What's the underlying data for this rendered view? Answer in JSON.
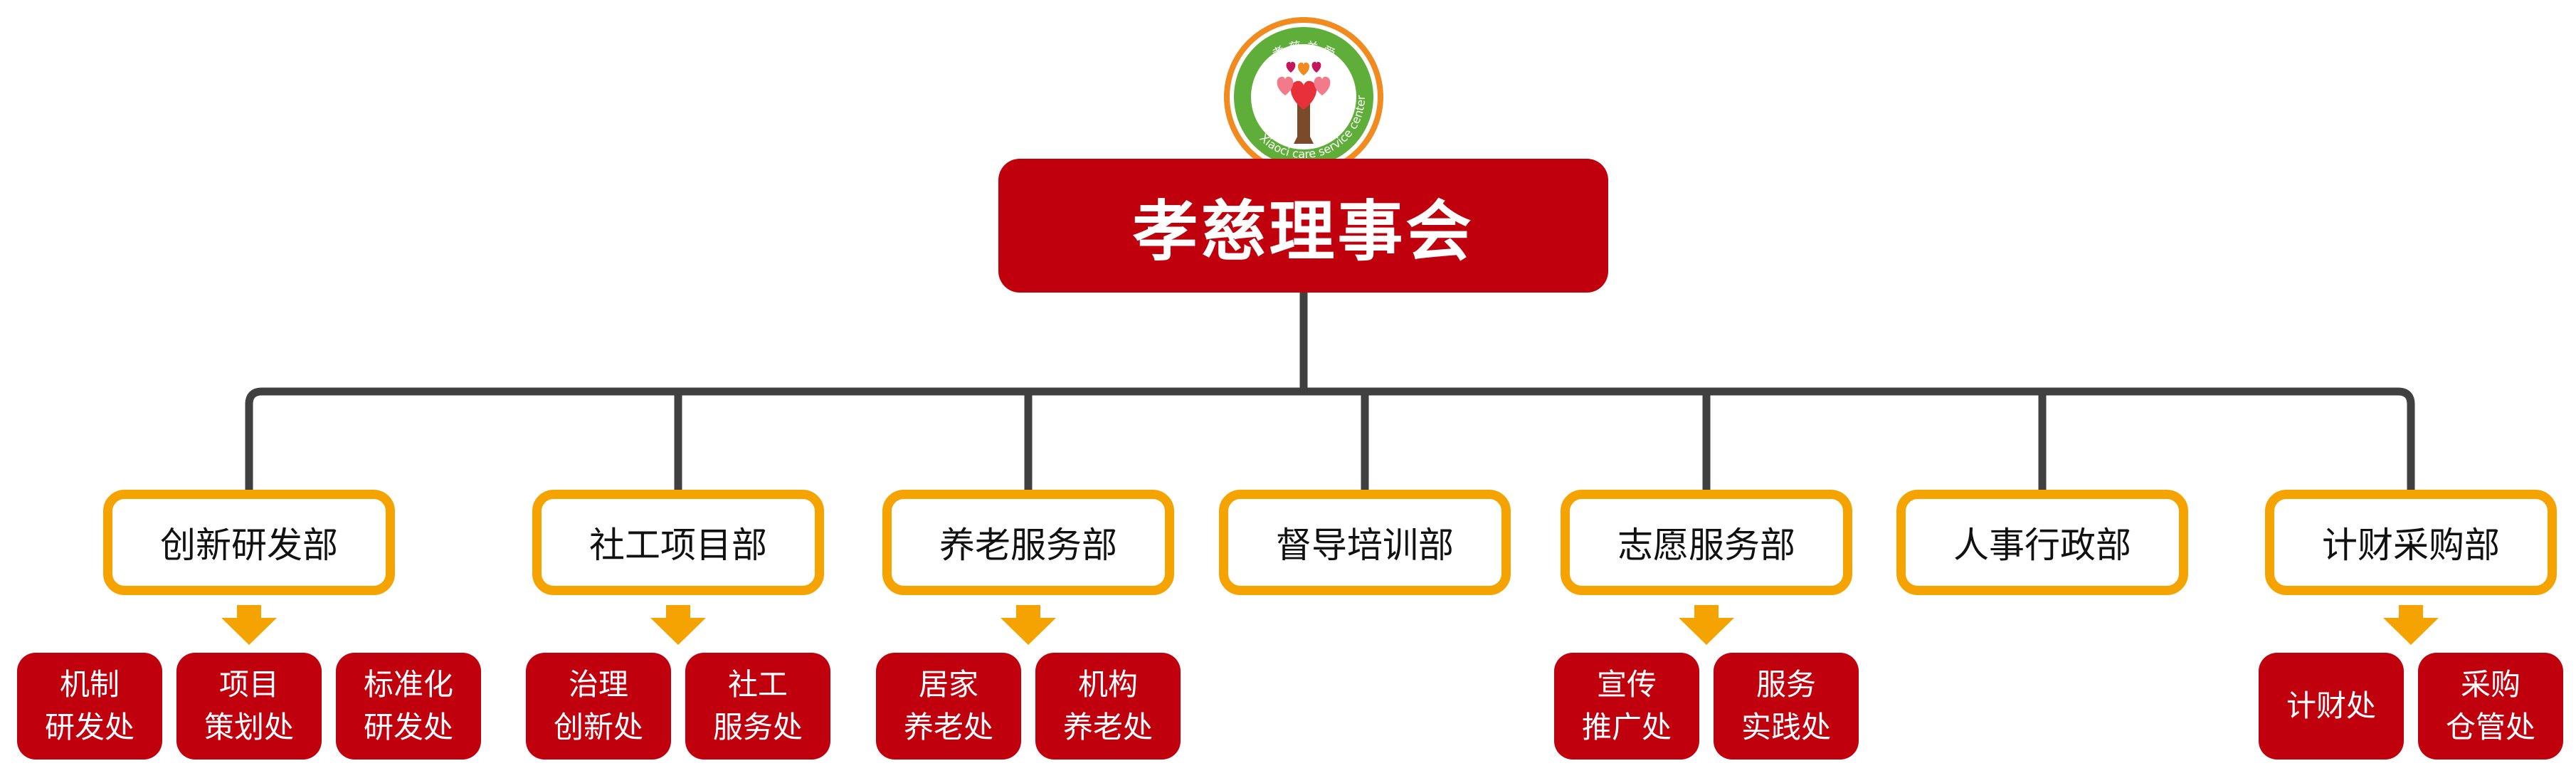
{
  "logo": {
    "arc_text": "孝 慈 关 爱",
    "ring_text": "Xiaoci care service center",
    "colors": {
      "ring": "#f18a1f",
      "inner": "#5fae3a",
      "heart": "#e8303a",
      "trunk": "#7a4a2a"
    }
  },
  "root": {
    "label": "孝慈理事会"
  },
  "colors": {
    "root_fill": "#c0000d",
    "dept_border": "#f5a300",
    "arrow": "#f5a300",
    "office_fill": "#c0000d",
    "connector": "#404040"
  },
  "departments": [
    {
      "label": "创新研发部",
      "offices": [
        {
          "lines": [
            "机制",
            "研发处"
          ]
        },
        {
          "lines": [
            "项目",
            "策划处"
          ]
        },
        {
          "lines": [
            "标准化",
            "研发处"
          ]
        }
      ]
    },
    {
      "label": "社工项目部",
      "offices": [
        {
          "lines": [
            "治理",
            "创新处"
          ]
        },
        {
          "lines": [
            "社工",
            "服务处"
          ]
        }
      ]
    },
    {
      "label": "养老服务部",
      "offices": [
        {
          "lines": [
            "居家",
            "养老处"
          ]
        },
        {
          "lines": [
            "机构",
            "养老处"
          ]
        }
      ]
    },
    {
      "label": "督导培训部",
      "offices": []
    },
    {
      "label": "志愿服务部",
      "offices": [
        {
          "lines": [
            "宣传",
            "推广处"
          ]
        },
        {
          "lines": [
            "服务",
            "实践处"
          ]
        }
      ]
    },
    {
      "label": "人事行政部",
      "offices": []
    },
    {
      "label": "计财采购部",
      "offices": [
        {
          "lines": [
            "计财处"
          ]
        },
        {
          "lines": [
            "采购",
            "仓管处"
          ]
        }
      ]
    }
  ]
}
